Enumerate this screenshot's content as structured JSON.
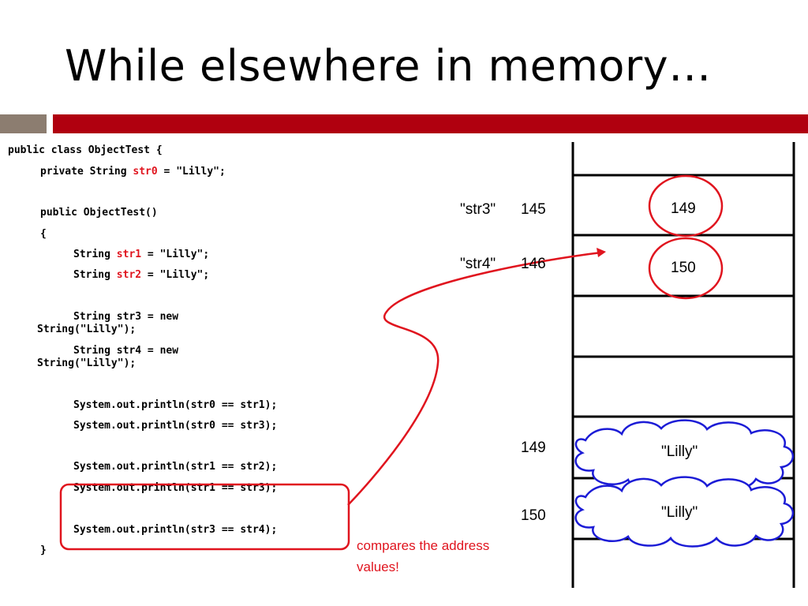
{
  "slide": {
    "title": "While elsewhere in memory…"
  },
  "code": {
    "l1": "public class ObjectTest {",
    "l2a": "private String ",
    "l2b": "str0",
    "l2c": " = \"Lilly\";",
    "l3": "public ObjectTest()",
    "l4": "{",
    "l5a": "String ",
    "l5b": "str1",
    "l5c": " = \"Lilly\";",
    "l6a": "String ",
    "l6b": "str2",
    "l6c": " = \"Lilly\";",
    "l7a": "String str3 = new",
    "l7b": "String(\"Lilly\");",
    "l8a": "String str4 = new",
    "l8b": "String(\"Lilly\");",
    "l9": "System.out.println(str0 == str1);",
    "l10": "System.out.println(str0 == str3);",
    "l11": "System.out.println(str1 == str2);",
    "l12": "System.out.println(str1 == str3);",
    "l13": "System.out.println(str3 == str4);",
    "l14": "}"
  },
  "memory": {
    "var_str3": "\"str3\"",
    "addr_145": "145",
    "val_149": "149",
    "var_str4": "\"str4\"",
    "addr_146": "146",
    "val_150": "150",
    "addr_149": "149",
    "obj_149": "\"Lilly\"",
    "addr_150": "150",
    "obj_150": "\"Lilly\""
  },
  "annotation": {
    "line1": "compares the address",
    "line2": "values!"
  },
  "colors": {
    "accent_red": "#b0000f",
    "accent_gray": "#8c7d70",
    "highlight_red": "#e0141e",
    "cloud_blue": "#1c1cd6"
  }
}
